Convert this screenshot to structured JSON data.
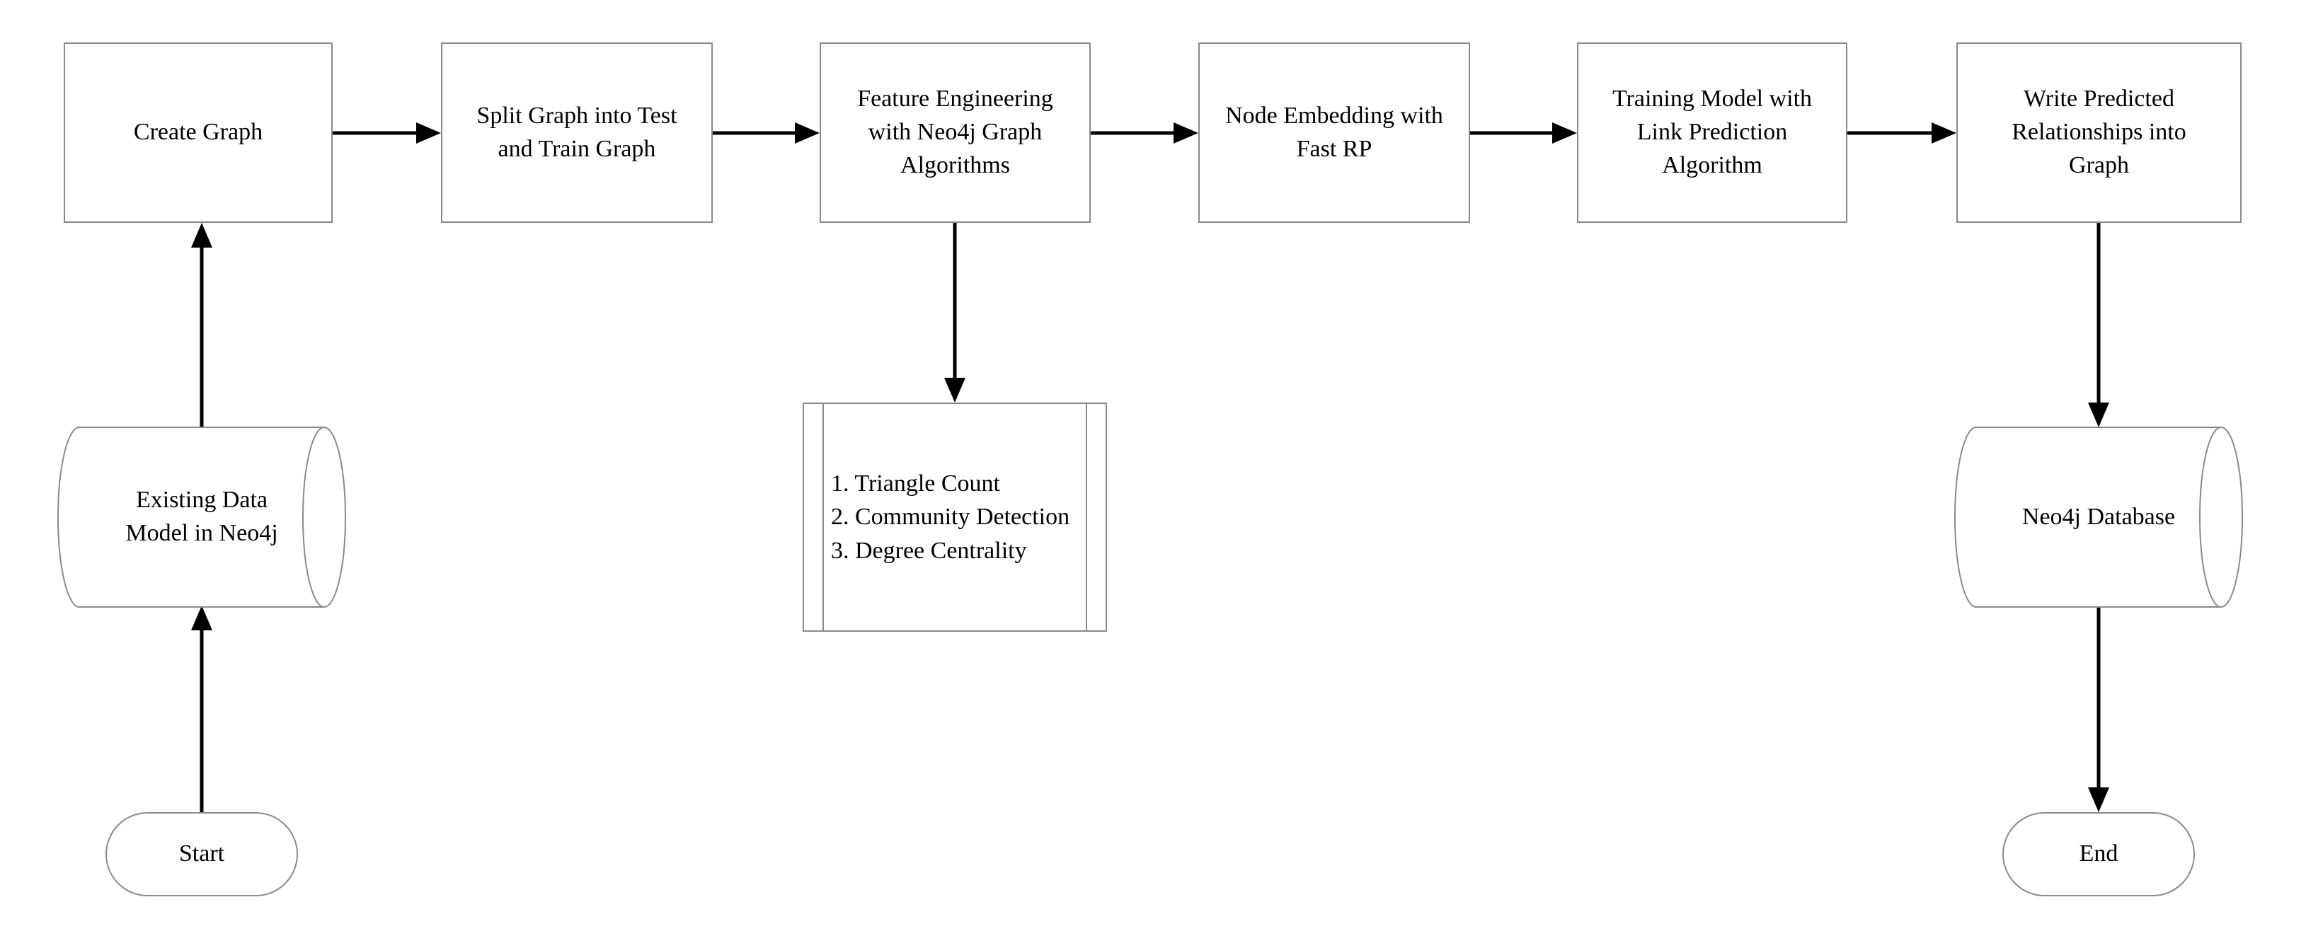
{
  "diagram_type": "flowchart",
  "colors": {
    "background": "#ffffff",
    "shape_border": "#8a8a8a",
    "connector": "#000000",
    "text": "#000000"
  },
  "nodes": {
    "create_graph": {
      "shape": "process",
      "label": "Create Graph"
    },
    "split_graph": {
      "shape": "process",
      "label": "Split Graph into Test and Train Graph"
    },
    "feature_engineering": {
      "shape": "process",
      "label": "Feature Engineering with Neo4j Graph Algorithms"
    },
    "node_embedding": {
      "shape": "process",
      "label": "Node Embedding with Fast RP"
    },
    "training_model": {
      "shape": "process",
      "label": "Training Model with Link Prediction Algorithm"
    },
    "write_predicted": {
      "shape": "process",
      "label": "Write Predicted Relationships into Graph"
    },
    "algorithms_list": {
      "shape": "predefined-process",
      "items": [
        "1. Triangle Count",
        "2. Community Detection",
        "3. Degree Centrality"
      ]
    },
    "existing_data_model": {
      "shape": "database-cylinder",
      "label": "Existing Data Model in Neo4j"
    },
    "neo4j_database": {
      "shape": "database-cylinder",
      "label": "Neo4j Database"
    },
    "start": {
      "shape": "terminator",
      "label": "Start"
    },
    "end": {
      "shape": "terminator",
      "label": "End"
    }
  },
  "connections": [
    {
      "from": "start",
      "to": "existing_data_model"
    },
    {
      "from": "existing_data_model",
      "to": "create_graph"
    },
    {
      "from": "create_graph",
      "to": "split_graph"
    },
    {
      "from": "split_graph",
      "to": "feature_engineering"
    },
    {
      "from": "feature_engineering",
      "to": "node_embedding"
    },
    {
      "from": "feature_engineering",
      "to": "algorithms_list"
    },
    {
      "from": "node_embedding",
      "to": "training_model"
    },
    {
      "from": "training_model",
      "to": "write_predicted"
    },
    {
      "from": "write_predicted",
      "to": "neo4j_database"
    },
    {
      "from": "neo4j_database",
      "to": "end"
    }
  ]
}
